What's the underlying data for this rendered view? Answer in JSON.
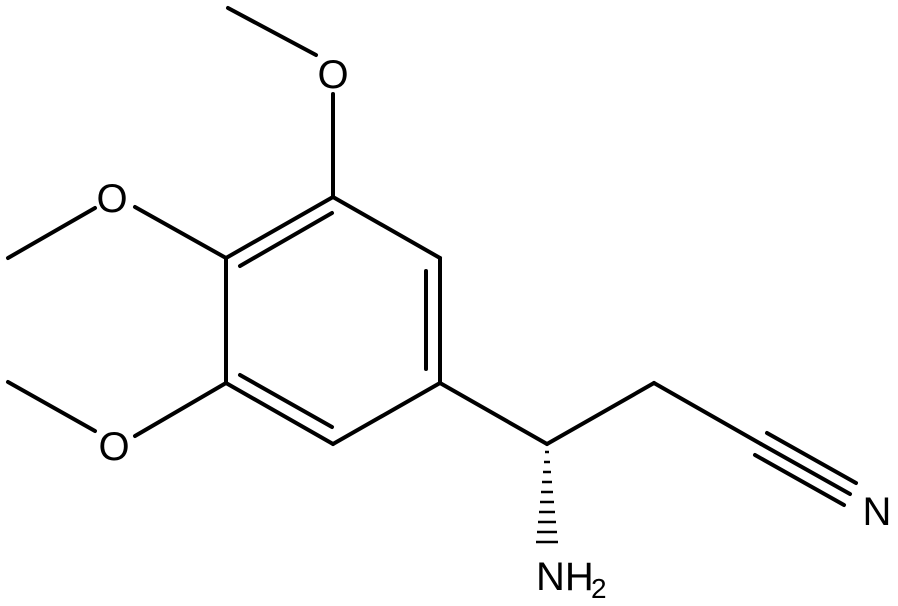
{
  "molecule": {
    "atoms": {
      "o_top": "O",
      "o_mid": "O",
      "o_low": "O",
      "nitrile_n": "N",
      "amine_n": "NH",
      "amine_subscript": "2"
    },
    "colors": {
      "bond": "#000000",
      "label": "#000000",
      "background": "#ffffff"
    }
  }
}
